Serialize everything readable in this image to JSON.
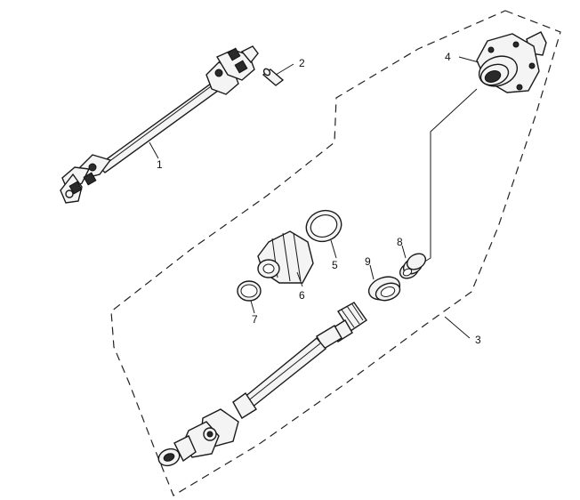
{
  "diagram": {
    "callouts": [
      {
        "id": "c1",
        "label": "1"
      },
      {
        "id": "c2",
        "label": "2"
      },
      {
        "id": "c3",
        "label": "3"
      },
      {
        "id": "c4",
        "label": "4"
      },
      {
        "id": "c5",
        "label": "5"
      },
      {
        "id": "c6",
        "label": "6"
      },
      {
        "id": "c7",
        "label": "7"
      },
      {
        "id": "c8",
        "label": "8"
      },
      {
        "id": "c9",
        "label": "9"
      }
    ]
  }
}
